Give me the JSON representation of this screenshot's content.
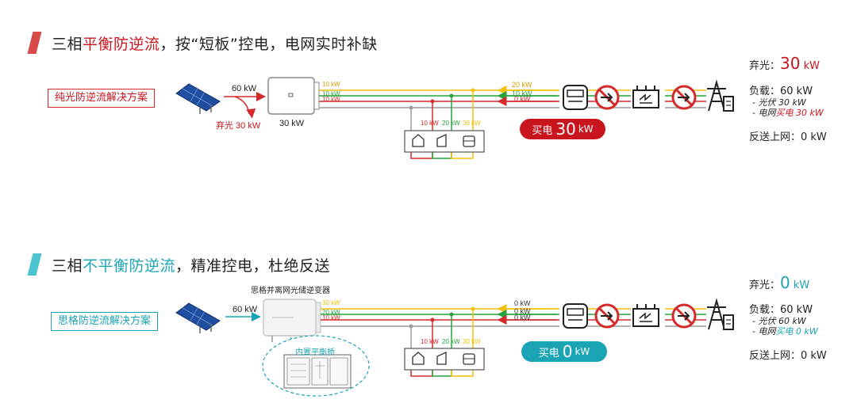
{
  "colors": {
    "red": "#c9151e",
    "teal": "#1aa4b4",
    "phase_yellow": "#f2c00a",
    "phase_green": "#26a33c",
    "phase_red": "#d42a2a",
    "neutral_gray": "#9a9a9a"
  },
  "top": {
    "heading_prefix": "三相",
    "heading_highlight": "平衡防逆流",
    "heading_suffix": "，按“短板”控电，电网实时补缺",
    "solution_label": "纯光防逆流解决方案",
    "pv_power": "60 kW",
    "curtail_label": "弃光 30 kW",
    "inverter_power": "30 kW",
    "inverter_phases": [
      "10 kW",
      "10 kW",
      "10 kW"
    ],
    "load_phases": [
      "10 kW",
      "20 kW",
      "30 kW"
    ],
    "grid_phases": [
      "20 kW",
      "10 kW",
      "0 kW"
    ],
    "buy_prefix": "买电",
    "buy_value": "30",
    "buy_unit": "kW",
    "info": {
      "curtail_prefix": "弃光：",
      "curtail_value": "30",
      "curtail_unit": "kW",
      "load": "负载：60 kW",
      "load_pv": "- 光伏 30 kW",
      "load_grid_prefix": "- 电网",
      "load_grid_highlight": "买电 30 kW",
      "feed": "反送上网：0 kW"
    }
  },
  "bottom": {
    "heading_prefix": "三相",
    "heading_highlight": "不平衡防逆流",
    "heading_suffix": "，精准控电，杜绝反送",
    "solution_label": "思格防逆流解决方案",
    "inverter_title": "思格并离网光储逆变器",
    "pv_power": "60 kW",
    "inverter_phases": [
      "30 kW",
      "20 kW",
      "10 kW"
    ],
    "load_phases": [
      "10 kW",
      "20 kW",
      "30 kW"
    ],
    "grid_phases": [
      "0 kW",
      "0 kW",
      "0 kW"
    ],
    "bridge_label": "内置平衡桥",
    "buy_prefix": "买电",
    "buy_value": "0",
    "buy_unit": "kW",
    "info": {
      "curtail_prefix": "弃光：",
      "curtail_value": "0",
      "curtail_unit": "kW",
      "load": "负载：60 kW",
      "load_pv": "- 光伏 60 kW",
      "load_grid_prefix": "- 电网",
      "load_grid_highlight": "买电 0 kW",
      "feed": "反送上网：0 kW"
    }
  }
}
